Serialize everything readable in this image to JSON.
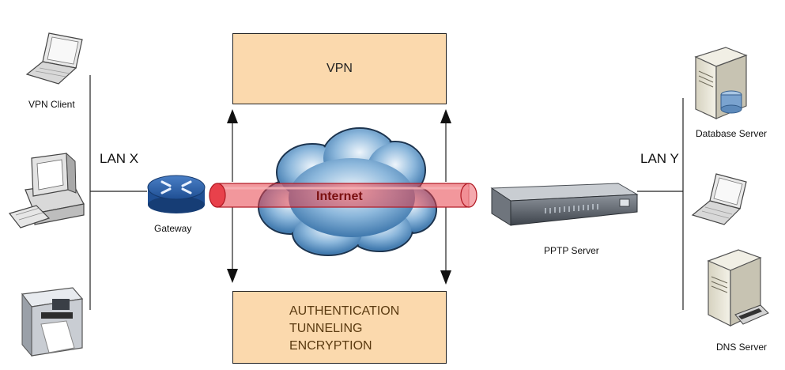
{
  "nodes": {
    "vpn_client": "VPN Client",
    "gateway": "Gateway",
    "pptp_server": "PPTP Server",
    "database_server": "Database Server",
    "dns_server": "DNS Server"
  },
  "lans": {
    "left": "LAN X",
    "right": "LAN Y"
  },
  "boxes": {
    "top": {
      "title": "VPN"
    },
    "bottom": {
      "lines": [
        "AUTHENTICATION",
        "TUNNELING",
        "ENCRYPTION"
      ]
    }
  },
  "tunnel": {
    "label": "Internet"
  },
  "colors": {
    "box_fill": "#fbd9ad",
    "tunnel": "#e8414b",
    "cloud": "#5d97c8"
  }
}
